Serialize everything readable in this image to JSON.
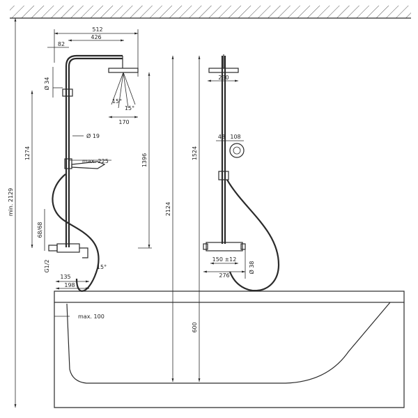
{
  "dimensions": {
    "d512": "512",
    "d426": "426",
    "d82": "82",
    "d34": "Ø 34",
    "d15a": "15°",
    "d15b": "15°",
    "d170": "170",
    "d19": "Ø 19",
    "d1274": "1274",
    "d1396": "1396",
    "dmax225": "max. 225",
    "d2129": "min. 2129",
    "d2124": "2124",
    "d6868": "68/68",
    "dg12": "G1/2",
    "d135": "135",
    "d198": "198",
    "d15c": "15°",
    "dmax100": "max. 100",
    "d230": "230",
    "d48": "48",
    "d108": "108",
    "d1524": "1524",
    "d150": "150 ±12",
    "d276": "276",
    "d38": "Ø 38",
    "d600": "600"
  }
}
